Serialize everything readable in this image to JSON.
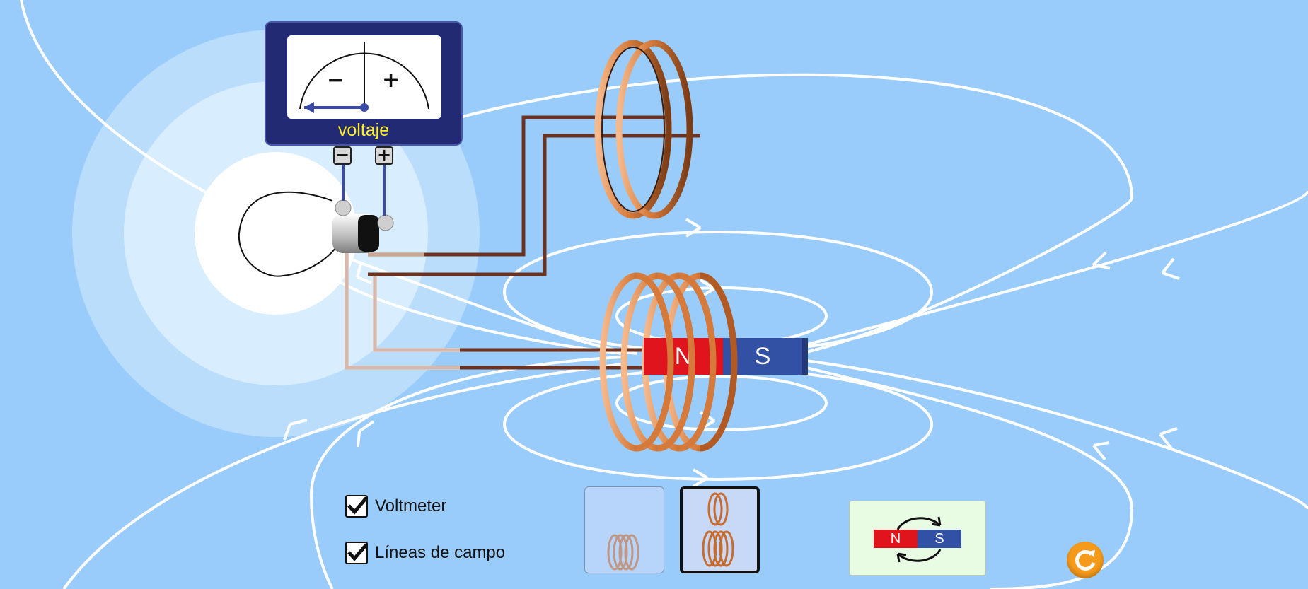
{
  "voltmeter": {
    "label": "voltaje",
    "scale_minus": "−",
    "scale_plus": "+",
    "terminal_minus": "−",
    "terminal_plus": "+"
  },
  "magnet": {
    "north_label": "N",
    "south_label": "S",
    "north_color": "#e0141c",
    "south_color": "#3250a4"
  },
  "controls": {
    "voltmeter_checkbox": {
      "label": "Voltmeter",
      "checked": true
    },
    "field_lines_checkbox": {
      "label": "Líneas de campo",
      "checked": true
    },
    "loop_options": [
      {
        "name": "one-coil",
        "selected": false
      },
      {
        "name": "two-coils",
        "selected": true
      }
    ],
    "flip_magnet": {
      "north_label": "N",
      "south_label": "S"
    },
    "reset_icon": "reset-icon"
  },
  "colors": {
    "background": "#99ccfb",
    "voltmeter_body": "#232a74",
    "voltmeter_text": "#ffef2a",
    "wire": "#6d3220",
    "coil_copper": "#d57a3a",
    "field_line": "#ffffff"
  }
}
